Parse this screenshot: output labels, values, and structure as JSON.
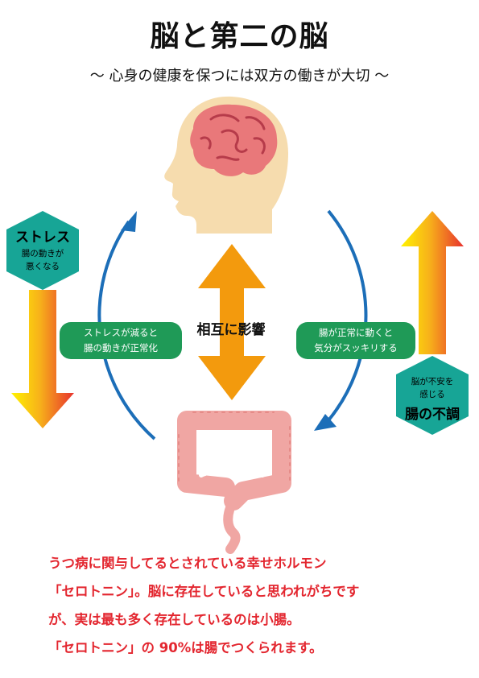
{
  "title": "脳と第二の脳",
  "subtitle": "～ 心身の健康を保つには双方の働きが大切 ～",
  "left_hex": {
    "title": "ストレス",
    "line1": "腸の動きが",
    "line2": "悪くなる"
  },
  "right_hex": {
    "line1": "脳が不安を",
    "line2": "感じる",
    "title": "腸の不調"
  },
  "left_pill": {
    "line1": "ストレスが減ると",
    "line2": "腸の動きが正常化"
  },
  "right_pill": {
    "line1": "腸が正常に動くと",
    "line2": "気分がスッキリする"
  },
  "center_label": "相互に影響",
  "bottom_text": [
    "うつ病に関与してるとされている幸せホルモン",
    "「セロトニン」。脳に存在していると思われがちです",
    "が、実は最も多く存在しているのは小腸。",
    "「セロトニン」の 90%は腸でつくられます。"
  ],
  "colors": {
    "head": "#f6dcae",
    "brain": "#e9787a",
    "brain_line": "#b63b4a",
    "arrow_orange": "#f39a0d",
    "arc_blue": "#1c6eb8",
    "hex_teal": "#17a596",
    "pill_green": "#1f9a57",
    "intestine": "#f0a6a3",
    "text_red": "#e3262f"
  }
}
